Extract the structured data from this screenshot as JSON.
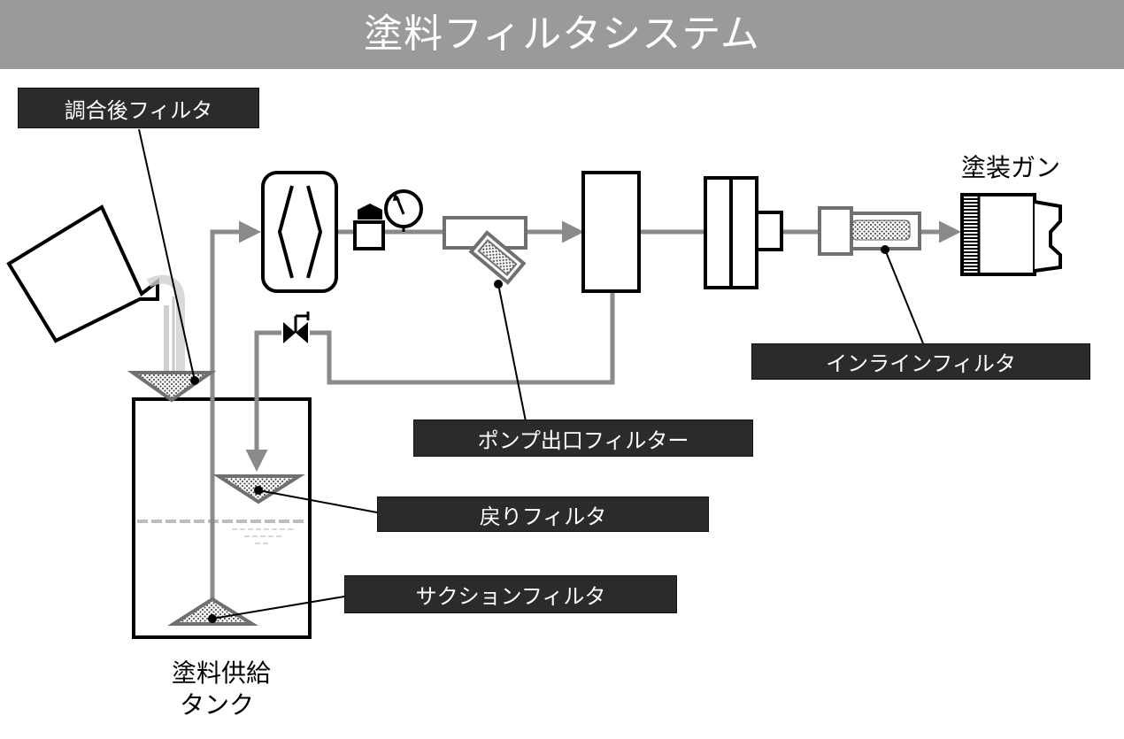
{
  "header": {
    "title": "塗料フィルタシステム"
  },
  "labels": {
    "after_mix_filter": "調合後フィルタ",
    "pump_outlet_filter": "ポンプ出口フィルター",
    "return_filter": "戻りフィルタ",
    "suction_filter": "サクションフィルタ",
    "inline_filter": "インラインフィルタ",
    "spray_gun": "塗装ガン",
    "tank_line1": "塗料供給",
    "tank_line2": "タンク"
  },
  "colors": {
    "header_bg": "#9a9a9a",
    "pipe": "#8a8a8a",
    "label_bg": "#2b2b2b",
    "outline": "#000000"
  }
}
